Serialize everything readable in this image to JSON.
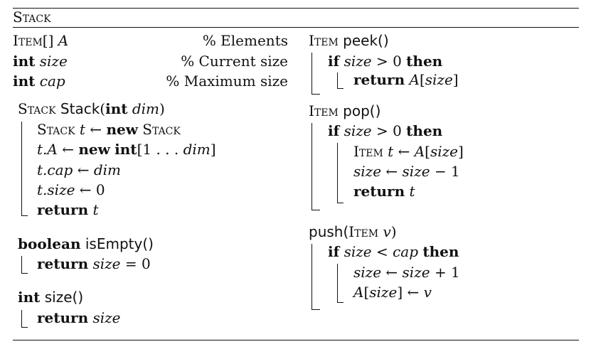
{
  "header": {
    "class_name": "Stack"
  },
  "fields": [
    {
      "type": "Item[]",
      "name": "A",
      "comment": "% Elements"
    },
    {
      "type": "int",
      "name": "size",
      "comment": "% Current size"
    },
    {
      "type": "int",
      "name": "cap",
      "comment": "% Maximum size"
    }
  ],
  "constructor": {
    "ret": "Stack",
    "name": "Stack",
    "param_type": "int",
    "param": "dim",
    "lines": {
      "l1_cls": "Stack",
      "l1_var": "t",
      "l1_arrow": "←",
      "l1_kw": "new",
      "l1_type": "Stack",
      "l2_lhs": "t.A",
      "l2_arrow": "←",
      "l2_kw": "new",
      "l2_type": "int",
      "l2_rng_open": "[1 . . . ",
      "l2_rng_var": "dim",
      "l2_rng_close": "]",
      "l3_lhs": "t.cap",
      "l3_arrow": "←",
      "l3_rhs": "dim",
      "l4_lhs": "t.size",
      "l4_arrow": "←",
      "l4_rhs": "0",
      "l5_kw": "return",
      "l5_val": "t"
    }
  },
  "isEmpty": {
    "ret": "boolean",
    "name": "isEmpty()",
    "kw": "return",
    "lhs": "size",
    "op": "= 0"
  },
  "size_method": {
    "ret": "int",
    "name": "size()",
    "kw": "return",
    "val": "size"
  },
  "peek": {
    "ret": "Item",
    "name": "peek()",
    "if_kw": "if",
    "cond_var": "size",
    "cond_op": "> 0",
    "then_kw": "then",
    "ret_kw": "return",
    "ret_arr": "A",
    "ret_idx_open": "[",
    "ret_idx": "size",
    "ret_idx_close": "]"
  },
  "pop": {
    "ret": "Item",
    "name": "pop()",
    "if_kw": "if",
    "cond_var": "size",
    "cond_op": "> 0",
    "then_kw": "then",
    "l1_type": "Item",
    "l1_var": "t",
    "l1_arrow": "←",
    "l1_arr": "A",
    "l1_open": "[",
    "l1_idx": "size",
    "l1_close": "]",
    "l2_lhs": "size",
    "l2_arrow": "←",
    "l2_rhs": "size",
    "l2_op": "− 1",
    "ret_kw": "return",
    "ret_val": "t"
  },
  "push": {
    "name": "push(",
    "param_type": "Item",
    "param": "v",
    "close": ")",
    "if_kw": "if",
    "cond_var": "size",
    "cond_op": "<",
    "cond_rhs": "cap",
    "then_kw": "then",
    "l1_lhs": "size",
    "l1_arrow": "←",
    "l1_rhs": "size",
    "l1_op": "+ 1",
    "l2_arr": "A",
    "l2_open": "[",
    "l2_idx": "size",
    "l2_close": "]",
    "l2_arrow": "←",
    "l2_rhs": "v"
  }
}
